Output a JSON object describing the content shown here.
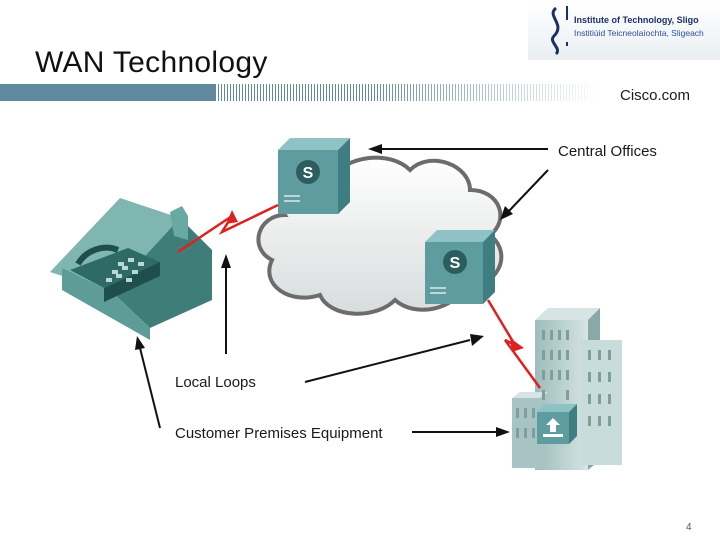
{
  "header": {
    "title": "WAN Technology",
    "brand": "Cisco.com",
    "institution_line1": "Institute of Technology, Sligo",
    "institution_line2": "Institiúid Teicneolaíochta, Sligeach"
  },
  "diagram": {
    "labels": {
      "central_offices": "Central Offices",
      "local_loops": "Local Loops",
      "cpe": "Customer Premises Equipment"
    },
    "switch_glyph": "S",
    "icons": [
      "house-icon",
      "telephone-icon",
      "cloud-icon",
      "central-office-switch-icon",
      "office-building-icon",
      "router-icon",
      "lightning-link-icon"
    ],
    "colors": {
      "switch": "#5f9ca0",
      "link": "#e02020",
      "house": "#5e9c98",
      "building": "#b9d0d0"
    }
  },
  "footer": {
    "page_number": "4"
  }
}
